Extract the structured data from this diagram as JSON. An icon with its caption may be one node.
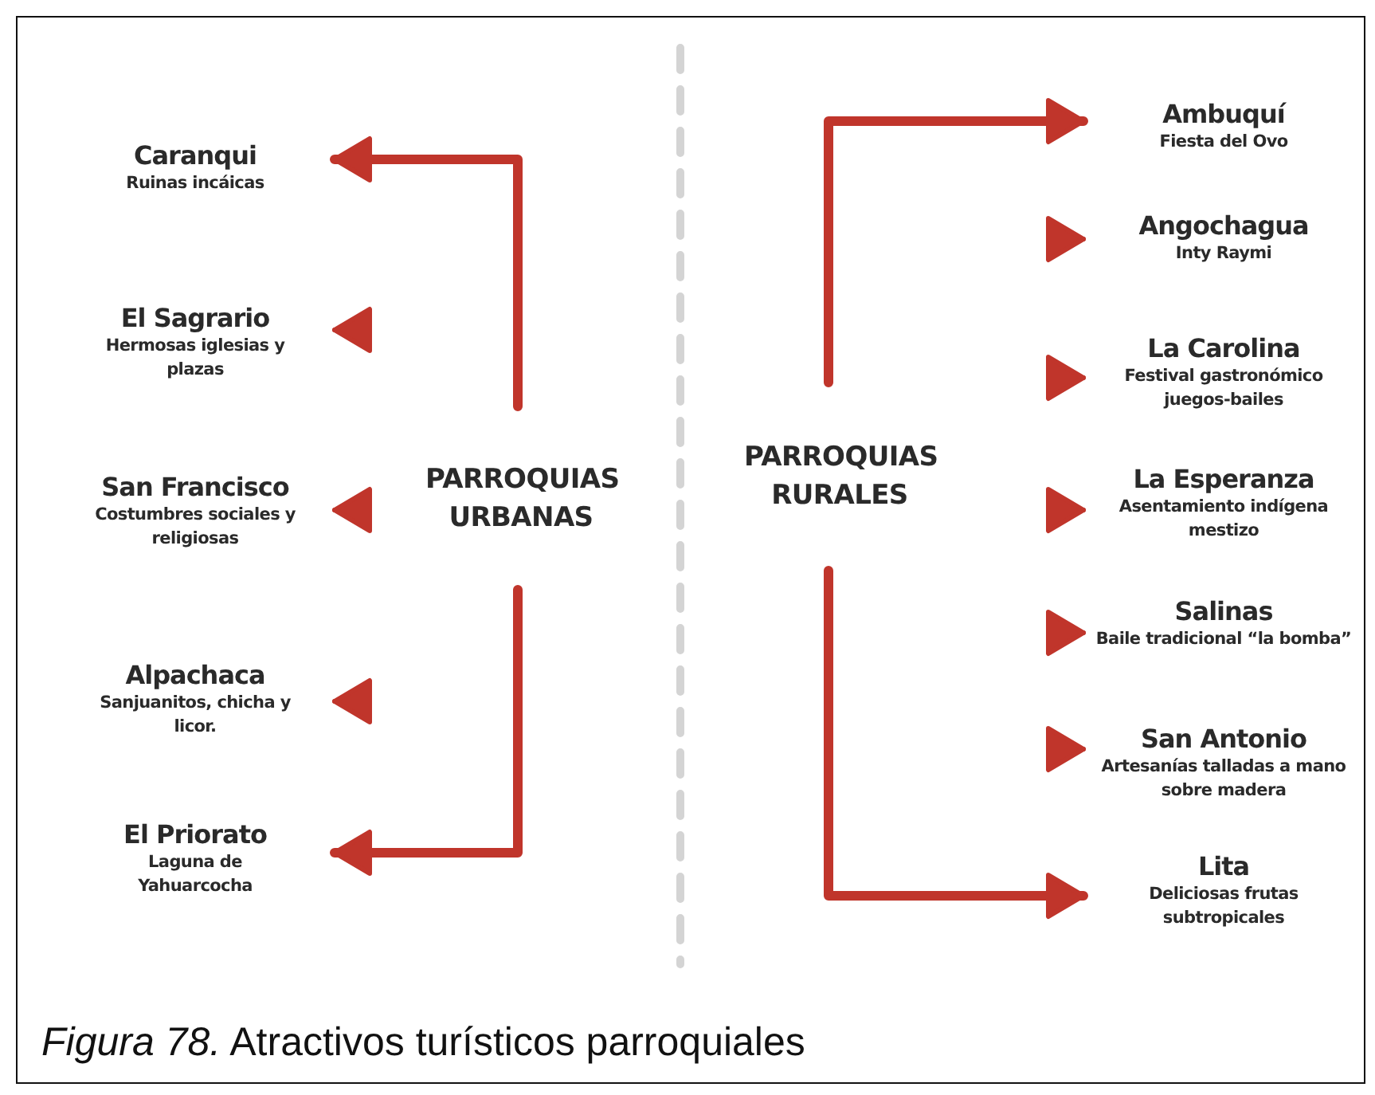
{
  "diagram": {
    "caption": "*Figura 78.* Atractivos turísticos parroquiales",
    "nodes": [
      {
        "text": [
          "PARROQUIAS URBANAS"
        ]
      },
      {
        "text": [
          "Caranqui",
          "Ruinas incáicas"
        ]
      },
      {
        "text": [
          "El Sagrario",
          "Hermosas iglesias y plazas"
        ]
      },
      {
        "text": [
          "San Francisco",
          "Costumbres sociales y religiosas"
        ]
      },
      {
        "text": [
          "Alpachaca",
          "Sanjuanitos, chicha y licor."
        ]
      },
      {
        "text": [
          "El Priorato",
          "Laguna de Yahuarcocha"
        ]
      },
      {
        "text": [
          "PARROQUIAS RURALES"
        ]
      },
      {
        "text": [
          "Ambuquí",
          "Fiesta del Ovo"
        ]
      },
      {
        "text": [
          "Angochagua",
          "Inty Raymi"
        ]
      },
      {
        "text": [
          "La Carolina",
          "Festival gastronómico juegos-bailes"
        ]
      },
      {
        "text": [
          "La Esperanza",
          "Asentamiento indígena mestizo"
        ]
      },
      {
        "text": [
          "Salinas",
          "Baile tradicional “la bomba”"
        ]
      },
      {
        "text": [
          "San Antonio",
          "Artesanías talladas a mano sobre madera"
        ]
      },
      {
        "text": [
          "Lita",
          "Deliciosas frutas subtropicales"
        ]
      }
    ],
    "edges": [
      {
        "from": 0,
        "to": 1,
        "arrow": "to",
        "style": "thick"
      },
      {
        "from": null,
        "to": 2,
        "arrow": "to"
      },
      {
        "from": null,
        "to": 3,
        "arrow": "to"
      },
      {
        "from": null,
        "to": 4,
        "arrow": "to"
      },
      {
        "from": 0,
        "to": 5,
        "arrow": "to",
        "style": "thick"
      },
      {
        "from": 6,
        "to": 7,
        "arrow": "to",
        "style": "thick"
      },
      {
        "from": null,
        "to": 8,
        "arrow": "to"
      },
      {
        "from": null,
        "to": 9,
        "arrow": "to"
      },
      {
        "from": null,
        "to": 10,
        "arrow": "to"
      },
      {
        "from": null,
        "to": 11,
        "arrow": "to"
      },
      {
        "from": null,
        "to": 12,
        "arrow": "to"
      },
      {
        "from": 6,
        "to": 13,
        "arrow": "to",
        "style": "thick"
      }
    ]
  }
}
